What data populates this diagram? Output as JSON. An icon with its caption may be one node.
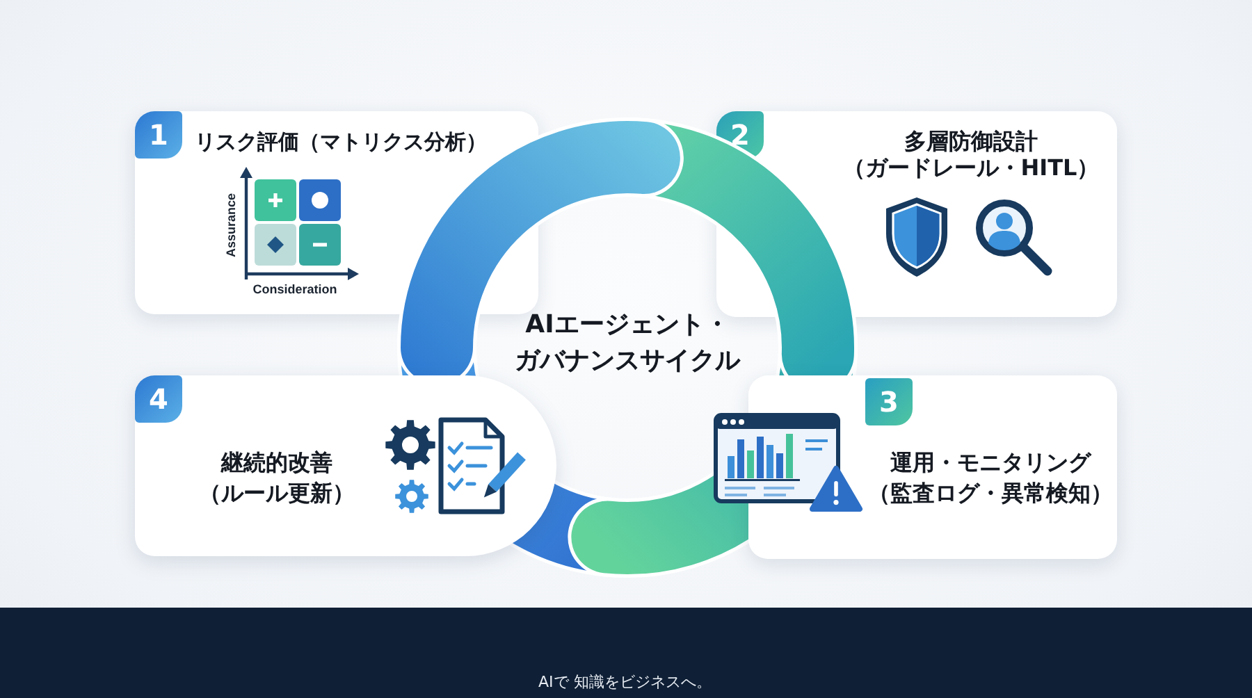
{
  "diagram": {
    "nodes": [
      {
        "text": [
          "AIエージェント・ガバナンスサイクル"
        ]
      },
      {
        "text": [
          "1",
          "リスク評価（マトリクス分析）",
          "Assurance",
          "Consideration"
        ]
      },
      {
        "text": [
          "2",
          "多層防御設計（ガードレール・HITL）"
        ]
      },
      {
        "text": [
          "3",
          "運用・モニタリング（監査ログ・異常検知）"
        ]
      },
      {
        "text": [
          "4",
          "継続的改善（ルール更新）"
        ]
      }
    ],
    "labels": [
      "AIで 知識をビジネスへ。"
    ]
  }
}
